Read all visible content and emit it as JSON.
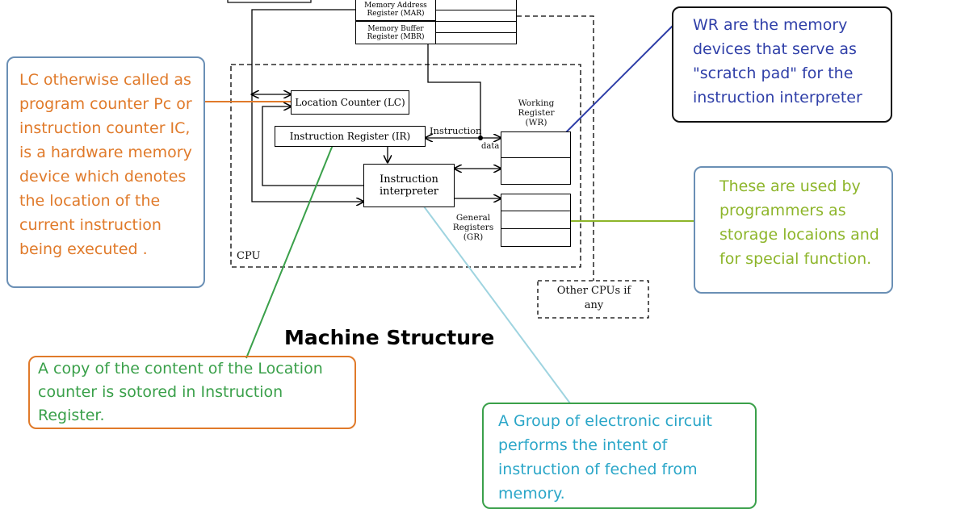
{
  "diagram": {
    "title": "Machine Structure",
    "cpu_label": "CPU",
    "components": {
      "mar": "Memory Address Register (MAR)",
      "mbr": "Memory Buffer Register (MBR)",
      "lc": "Location Counter (LC)",
      "ir": "Instruction Register (IR)",
      "interpreter": "Instruction interpreter",
      "wr": "Working Register (WR)",
      "gr": "General Registers (GR)",
      "other_cpus": "Other CPUs if any"
    },
    "wire_labels": {
      "instruction": "Instruction",
      "data": "data"
    }
  },
  "callouts": {
    "lc": {
      "lines": [
        "LC otherwise called as",
        "program counter Pc or",
        "instruction counter IC,",
        "is a hardware memory",
        "device which denotes",
        "the location of the",
        "current instruction",
        "being executed ."
      ],
      "color": "#e07a2a",
      "border": "#6a8fb5"
    },
    "wr": {
      "lines": [
        "WR are the memory",
        "devices that serve as",
        "\"scratch pad\" for the",
        "instruction interpreter"
      ],
      "color": "#2f3fa8",
      "border": "#111111"
    },
    "gr": {
      "lines": [
        "These are used by",
        "programmers as",
        "storage locaions and",
        "for special function."
      ],
      "color": "#8db52a",
      "border": "#6a8fb5"
    },
    "ir": {
      "lines": [
        "A copy of the content of the Location",
        "counter is sotored in Instruction",
        "Register."
      ],
      "color": "#3aa04a",
      "border": "#e07a2a"
    },
    "interpreter": {
      "lines": [
        "A Group of electronic circuit",
        "performs the intent of",
        "instruction of feched from",
        "memory."
      ],
      "color": "#2aa6c8",
      "border": "#3aa04a"
    }
  }
}
